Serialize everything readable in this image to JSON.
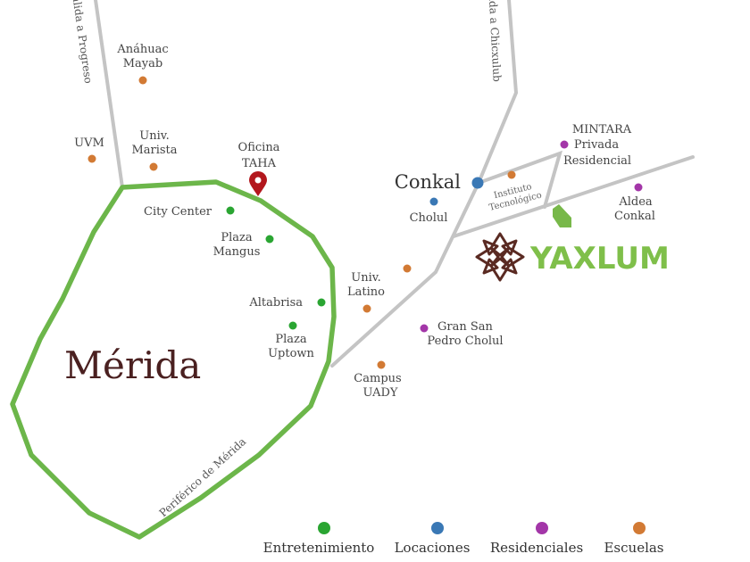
{
  "colors": {
    "road": "#c4c4c4",
    "periferico": "#6cb64a",
    "entretenimiento": "#2aa532",
    "locaciones": "#3a78b5",
    "residenciales": "#a336a8",
    "escuelas": "#d27a34",
    "office_pin": "#b3171d",
    "brand_text": "#7fbf4a",
    "brand_mark": "#5a2a22",
    "city_text": "#4a2020"
  },
  "roads": {
    "progreso": "Salida a Progreso",
    "chicxulub": "Salida a Chicxulub",
    "periferico": "Periférico de Mérida"
  },
  "city_label": "Mérida",
  "office": {
    "lines": [
      "Oficina",
      "TAHA"
    ],
    "icon": "map-pin-icon"
  },
  "brand": {
    "name": "YAXLUM",
    "icon": "yaxlum-flower-logo"
  },
  "places": {
    "anahuac": [
      "Anáhuac",
      "Mayab"
    ],
    "uvm": [
      "UVM"
    ],
    "marista": [
      "Univ.",
      "Marista"
    ],
    "city_center": [
      "City Center"
    ],
    "plaza_mangus": [
      "Plaza",
      "Mangus"
    ],
    "altabrisa": [
      "Altabrisa"
    ],
    "plaza_uptown": [
      "Plaza",
      "Uptown"
    ],
    "univ_latino": [
      "Univ.",
      "Latino"
    ],
    "campus_uady": [
      "Campus",
      "UADY"
    ],
    "gran_san_pedro": [
      "Gran San",
      "Pedro Cholul"
    ],
    "conkal": [
      "Conkal"
    ],
    "cholul": [
      "Cholul"
    ],
    "instituto": [
      "Instituto",
      "Tecnológico"
    ],
    "mintara": [
      "MINTARA",
      "Privada",
      "Residencial"
    ],
    "aldea_conkal": [
      "Aldea",
      "Conkal"
    ]
  },
  "legend": [
    {
      "label": "Entretenimiento",
      "color": "#2aa532"
    },
    {
      "label": "Locaciones",
      "color": "#3a78b5"
    },
    {
      "label": "Residenciales",
      "color": "#a336a8"
    },
    {
      "label": "Escuelas",
      "color": "#d27a34"
    }
  ]
}
